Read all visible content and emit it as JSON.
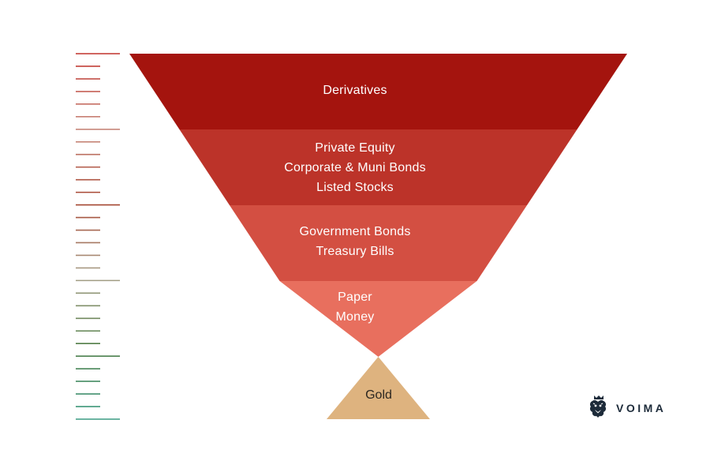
{
  "diagram": {
    "layers": [
      {
        "lines": [
          "Derivatives"
        ],
        "color": "#a4140e"
      },
      {
        "lines": [
          "Private Equity",
          "Corporate & Muni Bonds",
          "Listed Stocks"
        ],
        "color": "#bc3329"
      },
      {
        "lines": [
          "Government Bonds",
          "Treasury Bills"
        ],
        "color": "#d34f42"
      },
      {
        "lines": [
          "Paper",
          "Money"
        ],
        "color": "#e86f5e"
      }
    ],
    "base": {
      "label": "Gold",
      "color": "#deb37f"
    }
  },
  "scale": {
    "colors": [
      "#c0322b",
      "#c98b7f",
      "#a5412c",
      "#a9a089",
      "#4f7d45",
      "#3b9c84"
    ]
  },
  "brand": {
    "name": "VOIMA",
    "icon": "lion-crest-icon",
    "color": "#1d2b3a"
  }
}
